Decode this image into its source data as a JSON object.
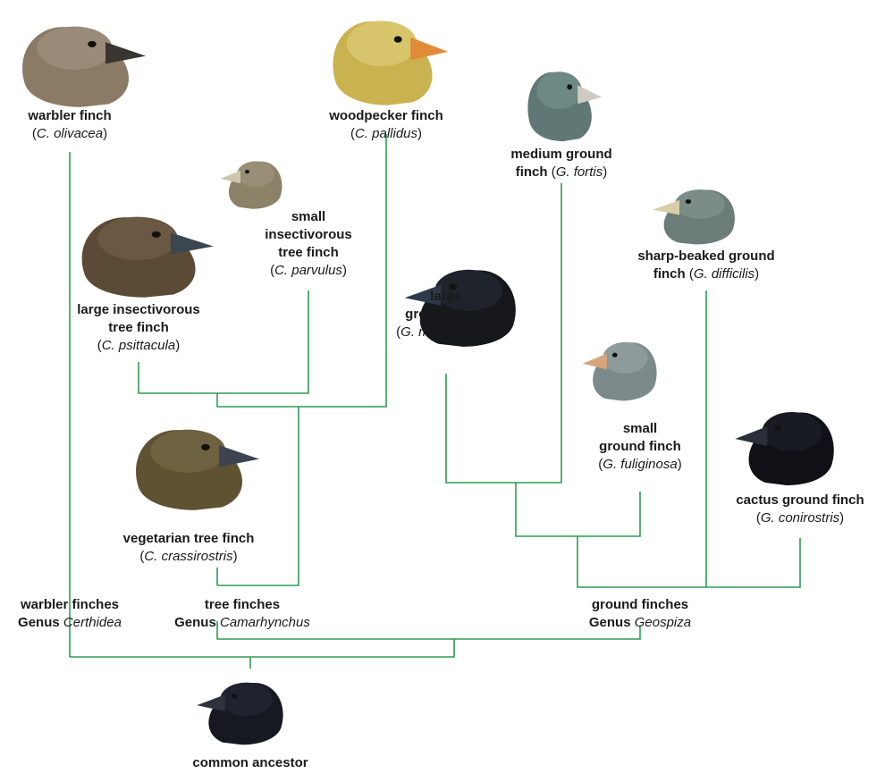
{
  "branch_color": "#2e9c55",
  "species": [
    {
      "id": "warbler",
      "name_lines": [
        "warbler finch"
      ],
      "sci_prefix": "",
      "sci": "C. olivacea",
      "sci_suffix": "",
      "inline_name": "",
      "icon": "warbler-finch-icon",
      "colors": {
        "body": "#8a7a66",
        "head": "#9a8b78",
        "beak": "#3a3530"
      }
    },
    {
      "id": "woodpecker",
      "name_lines": [
        "woodpecker finch"
      ],
      "sci_prefix": "",
      "sci": "C. pallidus",
      "inline_name": "",
      "icon": "woodpecker-finch-icon",
      "colors": {
        "body": "#c9b24f",
        "head": "#d8c46a",
        "beak": "#e08a3a"
      }
    },
    {
      "id": "medium",
      "name_lines": [
        "medium ground"
      ],
      "inline_name": "finch",
      "sci": "G. fortis",
      "icon": "medium-ground-finch-icon",
      "colors": {
        "body": "#5f7775",
        "head": "#6e8886",
        "beak": "#cfcac2"
      }
    },
    {
      "id": "small_insect",
      "name_lines": [
        "small",
        "insectivorous",
        "tree finch"
      ],
      "inline_name": "",
      "sci": "C. parvulus",
      "icon": "small-insectivorous-tree-finch-icon",
      "colors": {
        "body": "#8b8268",
        "head": "#998f76",
        "beak": "#cfc6ae"
      }
    },
    {
      "id": "large_insect",
      "name_lines": [
        "large insectivorous",
        "tree finch"
      ],
      "inline_name": "",
      "sci": "C. psittacula",
      "icon": "large-insectivorous-tree-finch-icon",
      "colors": {
        "body": "#5a4a36",
        "head": "#6b5842",
        "beak": "#3b4651"
      }
    },
    {
      "id": "sharp",
      "name_lines": [
        "sharp-beaked ground"
      ],
      "inline_name": "finch",
      "sci": "G. difficilis",
      "icon": "sharp-beaked-ground-finch-icon",
      "colors": {
        "body": "#6b7c79",
        "head": "#7c8c89",
        "beak": "#d8cfa8"
      }
    },
    {
      "id": "large_ground",
      "name_lines": [
        "large",
        "ground finch"
      ],
      "inline_name": "",
      "sci": "G. magnirostris",
      "icon": "large-ground-finch-icon",
      "colors": {
        "body": "#15171d",
        "head": "#1f232b",
        "beak": "#2e3a4a"
      }
    },
    {
      "id": "small_ground",
      "name_lines": [
        "small",
        "ground finch"
      ],
      "inline_name": "",
      "sci": "G. fuliginosa",
      "icon": "small-ground-finch-icon",
      "colors": {
        "body": "#7d8a8b",
        "head": "#8e9a9b",
        "beak": "#d9a57a"
      }
    },
    {
      "id": "vegetarian",
      "name_lines": [
        "vegetarian tree finch"
      ],
      "inline_name": "",
      "sci": "C. crassirostris",
      "icon": "vegetarian-tree-finch-icon",
      "colors": {
        "body": "#5e5232",
        "head": "#6f6240",
        "beak": "#3b4450"
      }
    },
    {
      "id": "cactus",
      "name_lines": [
        "cactus ground finch"
      ],
      "inline_name": "",
      "sci": "G. conirostris",
      "icon": "cactus-ground-finch-icon",
      "colors": {
        "body": "#0f1117",
        "head": "#181b23",
        "beak": "#2a2e38"
      }
    },
    {
      "id": "ancestor",
      "name_lines": [
        "common ancestor"
      ],
      "inline_name": "",
      "sci": "",
      "icon": "common-ancestor-icon",
      "colors": {
        "body": "#161922",
        "head": "#1f2330",
        "beak": "#2d323d"
      }
    }
  ],
  "genera": [
    {
      "id": "certhidea",
      "common": "warbler finches",
      "prefix": "Genus",
      "name": "Certhidea"
    },
    {
      "id": "camarhynchus",
      "common": "tree finches",
      "prefix": "Genus",
      "name": "Camarhynchus"
    },
    {
      "id": "geospiza",
      "common": "ground finches",
      "prefix": "Genus",
      "name": "Geospiza"
    }
  ]
}
